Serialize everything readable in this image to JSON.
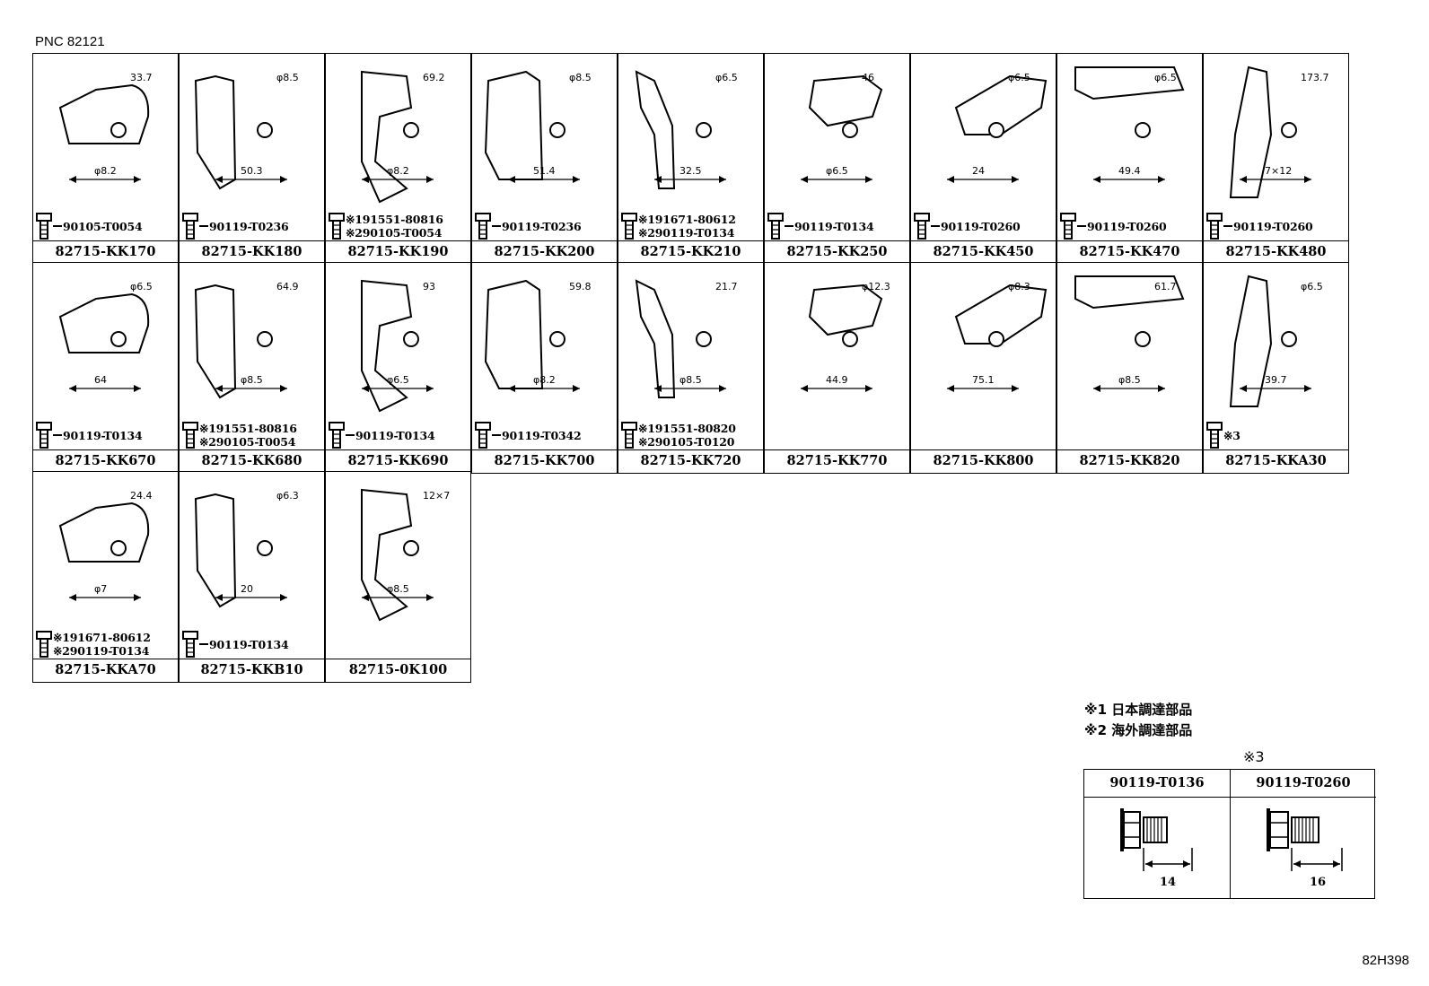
{
  "pnc_label": "PNC 82121",
  "drawing_code": "82H398",
  "parts": [
    {
      "part_no": "82715-KK170",
      "dims": [
        "φ8.2",
        "33.7"
      ],
      "fasteners": [
        "90105-T0054"
      ]
    },
    {
      "part_no": "82715-KK180",
      "dims": [
        "50.3",
        "φ8.5"
      ],
      "fasteners": [
        "90119-T0236"
      ]
    },
    {
      "part_no": "82715-KK190",
      "dims": [
        "φ8.2",
        "69.2"
      ],
      "fasteners": [
        "※191551-80816",
        "※290105-T0054"
      ]
    },
    {
      "part_no": "82715-KK200",
      "dims": [
        "51.4",
        "φ8.5"
      ],
      "fasteners": [
        "90119-T0236"
      ]
    },
    {
      "part_no": "82715-KK210",
      "dims": [
        "32.5",
        "φ6.5"
      ],
      "fasteners": [
        "※191671-80612",
        "※290119-T0134"
      ]
    },
    {
      "part_no": "82715-KK250",
      "dims": [
        "φ6.5",
        "46"
      ],
      "fasteners": [
        "90119-T0134"
      ]
    },
    {
      "part_no": "82715-KK450",
      "dims": [
        "24",
        "φ6.5"
      ],
      "fasteners": [
        "90119-T0260"
      ]
    },
    {
      "part_no": "82715-KK470",
      "dims": [
        "49.4",
        "φ6.5"
      ],
      "fasteners": [
        "90119-T0260"
      ]
    },
    {
      "part_no": "82715-KK480",
      "dims": [
        "7×12",
        "173.7"
      ],
      "fasteners": [
        "90119-T0260"
      ]
    },
    {
      "part_no": "82715-KK670",
      "dims": [
        "64",
        "φ6.5"
      ],
      "fasteners": [
        "90119-T0134"
      ]
    },
    {
      "part_no": "82715-KK680",
      "dims": [
        "φ8.5",
        "64.9"
      ],
      "fasteners": [
        "※191551-80816",
        "※290105-T0054"
      ]
    },
    {
      "part_no": "82715-KK690",
      "dims": [
        "φ6.5",
        "93"
      ],
      "fasteners": [
        "90119-T0134"
      ]
    },
    {
      "part_no": "82715-KK700",
      "dims": [
        "φ8.2",
        "59.8"
      ],
      "fasteners": [
        "90119-T0342"
      ]
    },
    {
      "part_no": "82715-KK720",
      "dims": [
        "φ8.5",
        "21.7"
      ],
      "fasteners": [
        "※191551-80820",
        "※290105-T0120"
      ]
    },
    {
      "part_no": "82715-KK770",
      "dims": [
        "44.9",
        "φ12.3"
      ],
      "fasteners": []
    },
    {
      "part_no": "82715-KK800",
      "dims": [
        "75.1",
        "φ8.3"
      ],
      "fasteners": []
    },
    {
      "part_no": "82715-KK820",
      "dims": [
        "φ8.5",
        "61.7"
      ],
      "fasteners": []
    },
    {
      "part_no": "82715-KKA30",
      "dims": [
        "39.7",
        "φ6.5"
      ],
      "fasteners": [
        "※3"
      ]
    },
    {
      "part_no": "82715-KKA70",
      "dims": [
        "φ7",
        "24.4"
      ],
      "fasteners": [
        "※191671-80612",
        "※290119-T0134"
      ]
    },
    {
      "part_no": "82715-KKB10",
      "dims": [
        "20",
        "φ6.3"
      ],
      "fasteners": [
        "90119-T0134"
      ]
    },
    {
      "part_no": "82715-0K100",
      "dims": [
        "φ8.5",
        "12×7"
      ],
      "fasteners": []
    }
  ],
  "notes": [
    "※1 日本調達部品",
    "※2 海外調達部品"
  ],
  "note3_label": "※3",
  "bolts": [
    {
      "part_no": "90119-T0136",
      "length": "14"
    },
    {
      "part_no": "90119-T0260",
      "length": "16"
    }
  ]
}
